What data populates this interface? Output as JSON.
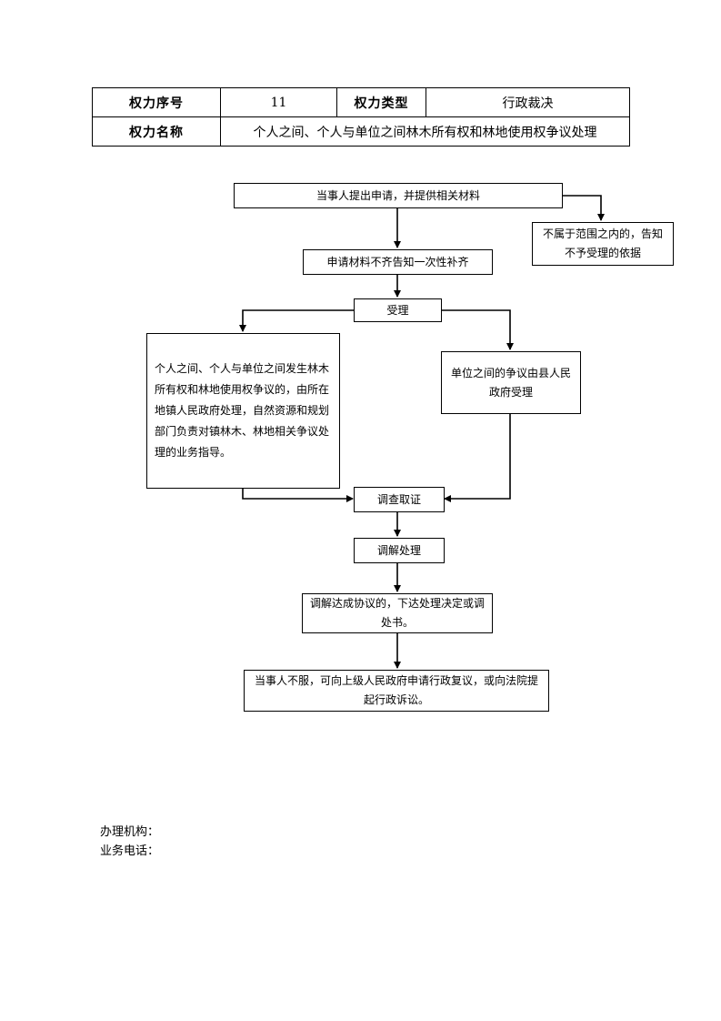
{
  "header_table": {
    "label_seq": "权力序号",
    "value_seq": "11",
    "label_type": "权力类型",
    "value_type": "行政裁决",
    "label_name": "权力名称",
    "value_name": "个人之间、个人与单位之间林木所有权和林地使用权争议处理"
  },
  "flow": {
    "step_apply": "当事人提出申请，并提供相关材料",
    "step_reject": "不属于范围之内的，告知不予受理的依据",
    "step_supplement": "申请材料不齐告知一次性补齐",
    "step_accept": "受理",
    "step_town": "个人之间、个人与单位之间发生林木所有权和林地使用权争议的，由所在地镇人民政府处理，自然资源和规划部门负责对镇林木、林地相关争议处理的业务指导。",
    "step_county": "单位之间的争议由县人民政府受理",
    "step_investigate": "调查取证",
    "step_mediate": "调解处理",
    "step_decision": "调解达成协议的，下达处理决定或调处书。",
    "step_appeal": "当事人不服，可向上级人民政府申请行政复议，或向法院提起行政诉讼。"
  },
  "footer": {
    "office": "办理机构：",
    "phone": "业务电话："
  }
}
